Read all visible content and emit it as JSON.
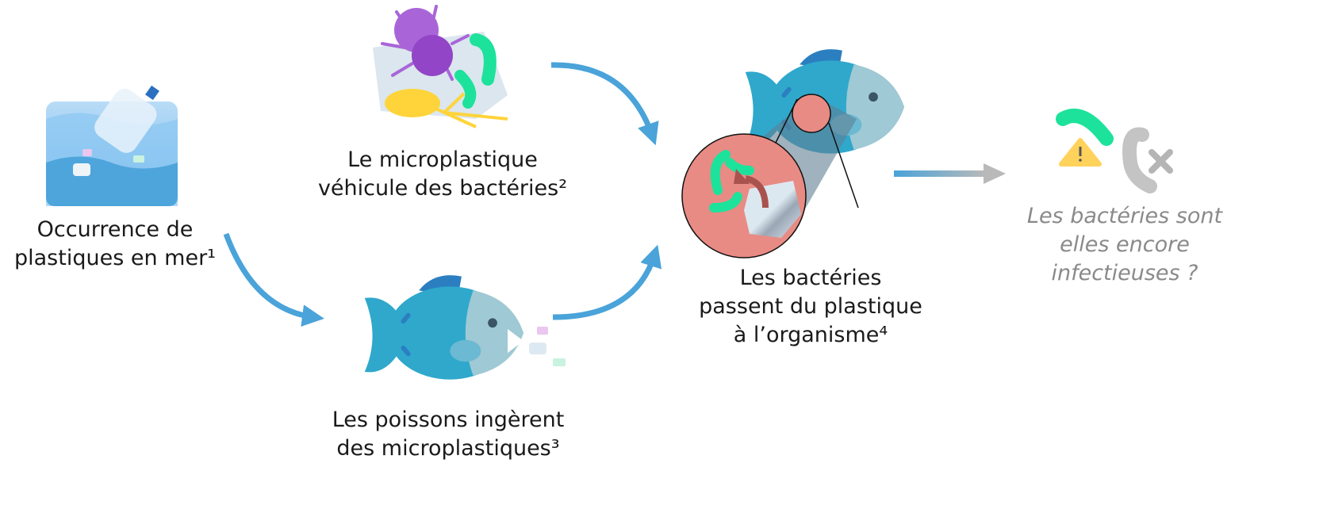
{
  "colors": {
    "arrow": "#4aa3d9",
    "arrow_fade": "#b9b9b9",
    "fish_body": "#2fa8cc",
    "fish_head": "#9fc9d4",
    "fin": "#2b7fc0",
    "bacteria": "#1de29b",
    "zoom_circle": "#e88b84",
    "question_text": "#8a8a8a"
  },
  "steps": [
    {
      "icon": "ocean-plastic-icon",
      "lines": [
        "Occurrence de",
        "plastiques en mer¹"
      ]
    },
    {
      "icon": "microplastic-bacteria-icon",
      "lines": [
        "Le microplastique",
        "véhicule des bactéries²"
      ]
    },
    {
      "icon": "fish-eating-plastic-icon",
      "lines": [
        "Les poissons ingèrent",
        "des microplastiques³"
      ]
    },
    {
      "icon": "fish-zoom-icon",
      "lines": [
        "Les bactéries",
        "passent du plastique",
        "à l’organisme⁴"
      ]
    },
    {
      "icon": "bacteria-warning-icon",
      "lines": [
        "Les bactéries sont",
        "elles encore",
        "infectieuses ?"
      ]
    }
  ]
}
